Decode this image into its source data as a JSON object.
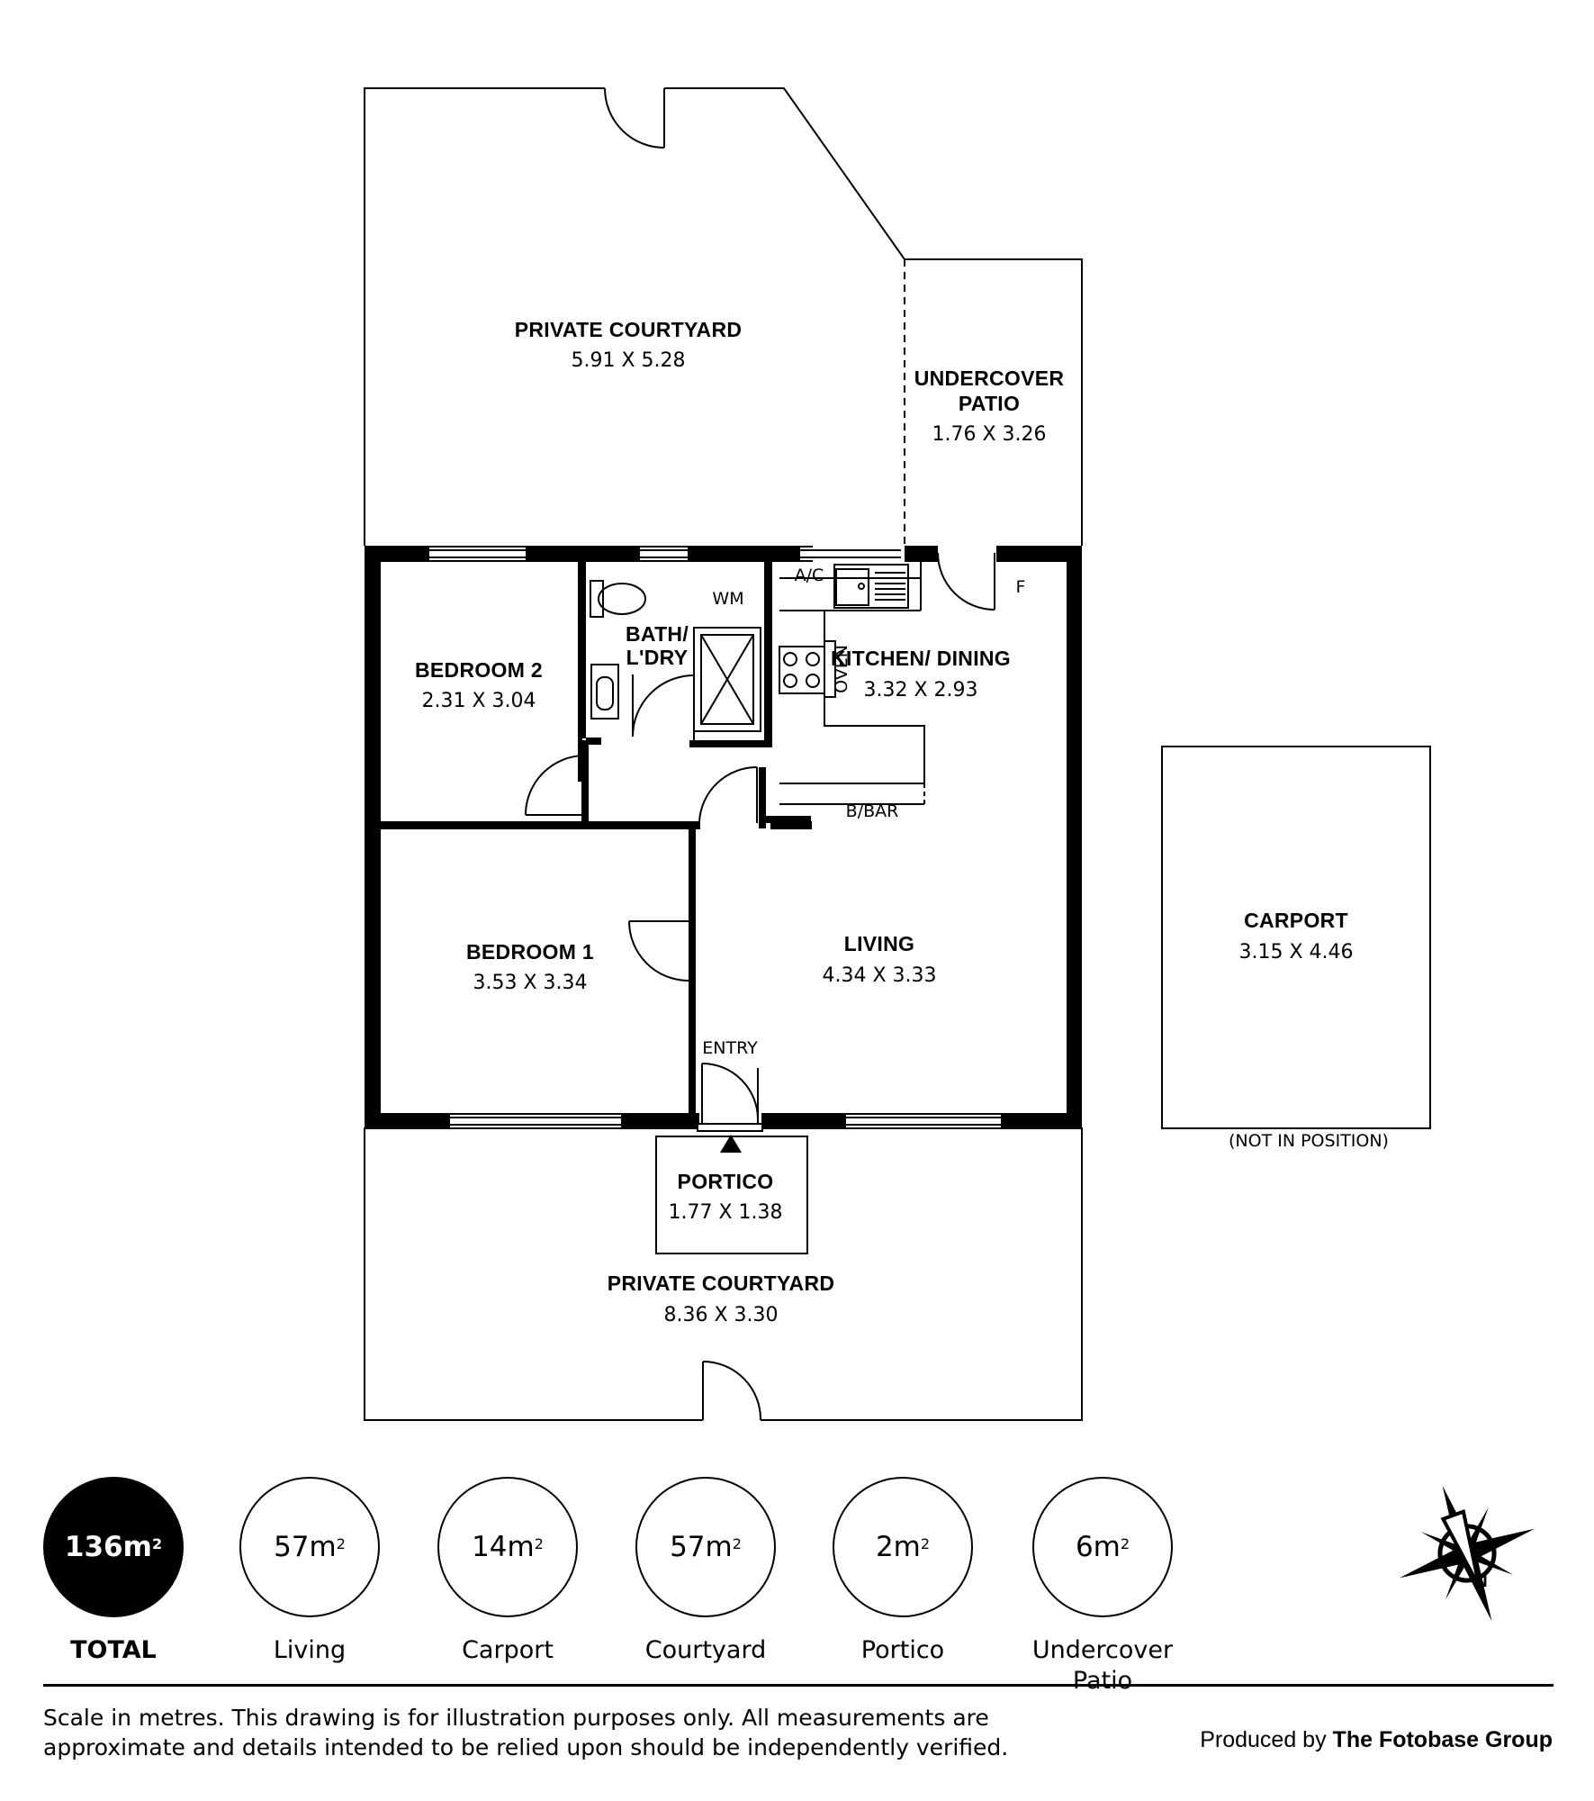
{
  "rooms": {
    "private_courtyard_rear": {
      "name": "PRIVATE COURTYARD",
      "dims": "5.91 X 5.28"
    },
    "undercover_patio": {
      "name_line1": "UNDERCOVER",
      "name_line2": "PATIO",
      "dims": "1.76 X 3.26"
    },
    "bedroom_2": {
      "name": "BEDROOM 2",
      "dims": "2.31 X 3.04"
    },
    "bath_laundry": {
      "name_line1": "BATH/",
      "name_line2": "L'DRY"
    },
    "kitchen_dining": {
      "name": "KITCHEN/ DINING",
      "dims": "3.32 X 2.93"
    },
    "bedroom_1": {
      "name": "BEDROOM 1",
      "dims": "3.53 X 3.34"
    },
    "living": {
      "name": "LIVING",
      "dims": "4.34 X 3.33"
    },
    "portico": {
      "name": "PORTICO",
      "dims": "1.77 X 1.38"
    },
    "private_courtyard_front": {
      "name": "PRIVATE COURTYARD",
      "dims": "8.36 X 3.30"
    },
    "carport": {
      "name": "CARPORT",
      "dims": "3.15 X 4.46",
      "note": "(NOT IN POSITION)"
    }
  },
  "fixtures": {
    "wm": "WM",
    "ac": "A/C",
    "fridge": "F",
    "oven": "OVEN",
    "bbar": "B/BAR",
    "entry": "ENTRY"
  },
  "areas": [
    {
      "value": "136m",
      "sup": "2",
      "label": "TOTAL",
      "total": true
    },
    {
      "value": "57m",
      "sup": "2",
      "label": "Living"
    },
    {
      "value": "14m",
      "sup": "2",
      "label": "Carport"
    },
    {
      "value": "57m",
      "sup": "2",
      "label": "Courtyard"
    },
    {
      "value": "2m",
      "sup": "2",
      "label": "Portico"
    },
    {
      "value": "6m",
      "sup": "2",
      "label_line1": "Undercover",
      "label_line2": "Patio"
    }
  ],
  "footer": {
    "disclaimer_line1": "Scale in metres. This drawing is for illustration purposes only. All measurements are",
    "disclaimer_line2": "approximate and details intended to be relied upon should be independently verified.",
    "produced_by": "Produced by",
    "brand": "The Fotobase Group"
  },
  "compass": {
    "north_label": "N"
  }
}
